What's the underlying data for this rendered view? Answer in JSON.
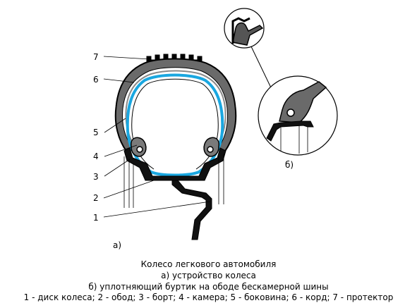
{
  "labels": {
    "n1": "1",
    "n2": "2",
    "n3": "3",
    "n4": "4",
    "n5": "5",
    "n6": "6",
    "n7": "7",
    "fig_a": "а)",
    "fig_b": "б)"
  },
  "caption": {
    "title": "Колесо легкового автомобиля",
    "line_a": "а) устройство колеса",
    "line_b": "б) уплотняющий буртик на ободе бескамерной шины",
    "legend": "1 - диск колеса; 2 - обод; 3 - борт; 4 - камера; 5 - боковина; 6 - корд; 7 - протектор"
  },
  "colors": {
    "tube": "#1aa7e0",
    "tire": "#555555",
    "cord": "#8a8a8a",
    "ink": "#000000"
  }
}
